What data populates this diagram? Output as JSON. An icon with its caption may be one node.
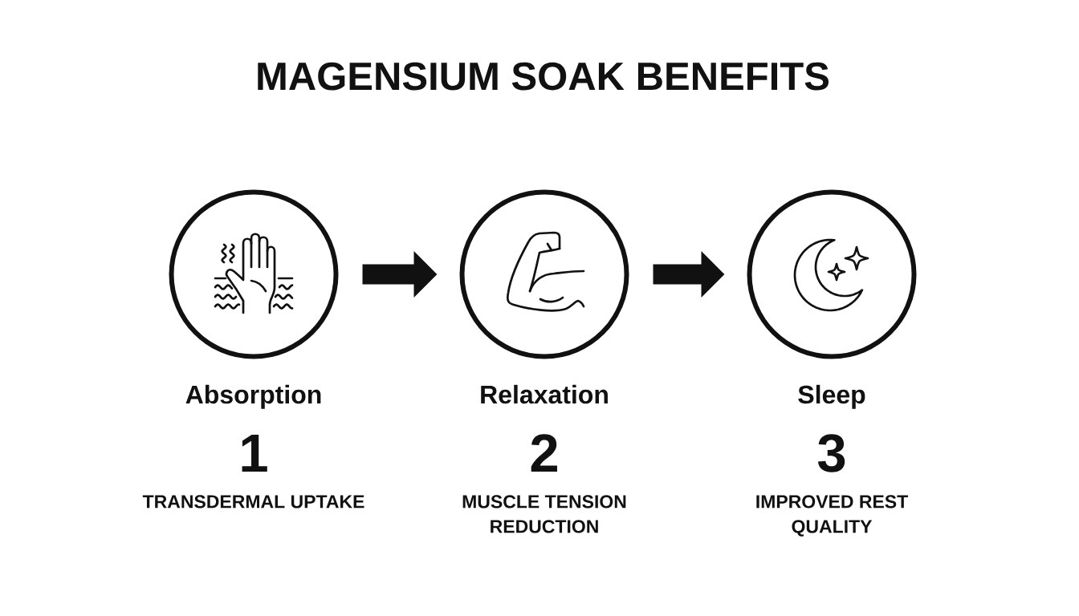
{
  "diagram": {
    "title": "MAGENSIUM SOAK BENEFITS",
    "nodes": [
      {
        "text": [],
        "shape": "circle",
        "beside": [
          "Absorption",
          "1",
          "TRANSDERMAL UPTAKE"
        ]
      },
      {
        "text": [],
        "shape": "circle",
        "beside": [
          "Relaxation",
          "2",
          "MUSCLE TENSION REDUCTION"
        ]
      },
      {
        "text": [],
        "shape": "circle",
        "beside": [
          "Sleep",
          "3",
          "IMPROVED REST QUALITY"
        ]
      }
    ],
    "edges": [
      {
        "from": 0,
        "to": 1,
        "arrow": "to"
      },
      {
        "from": 1,
        "to": 2,
        "arrow": "to"
      }
    ]
  }
}
